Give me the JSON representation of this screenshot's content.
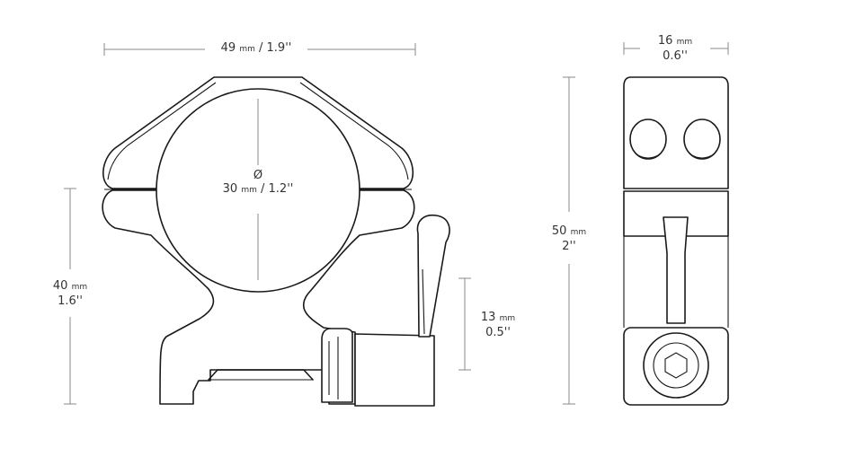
{
  "dimensions": {
    "ring_width": {
      "value": "49",
      "unit": "mm",
      "imperial": "/ 1.9''"
    },
    "tube_diameter": {
      "symbol": "Ø",
      "value": "30",
      "unit": "mm",
      "imperial": "/ 1.2''"
    },
    "base_height": {
      "value": "40",
      "unit": "mm",
      "imperial": "1.6''"
    },
    "lever_height": {
      "value": "13",
      "unit": "mm",
      "imperial": "0.5''"
    },
    "ring_depth": {
      "value": "16",
      "unit": "mm",
      "imperial": "0.6''"
    },
    "total_height": {
      "value": "50",
      "unit": "mm",
      "imperial": "2''"
    }
  },
  "colors": {
    "line": "#1a1a1a",
    "dimension": "#8a8a8a",
    "text": "#333333",
    "background": "#ffffff"
  }
}
